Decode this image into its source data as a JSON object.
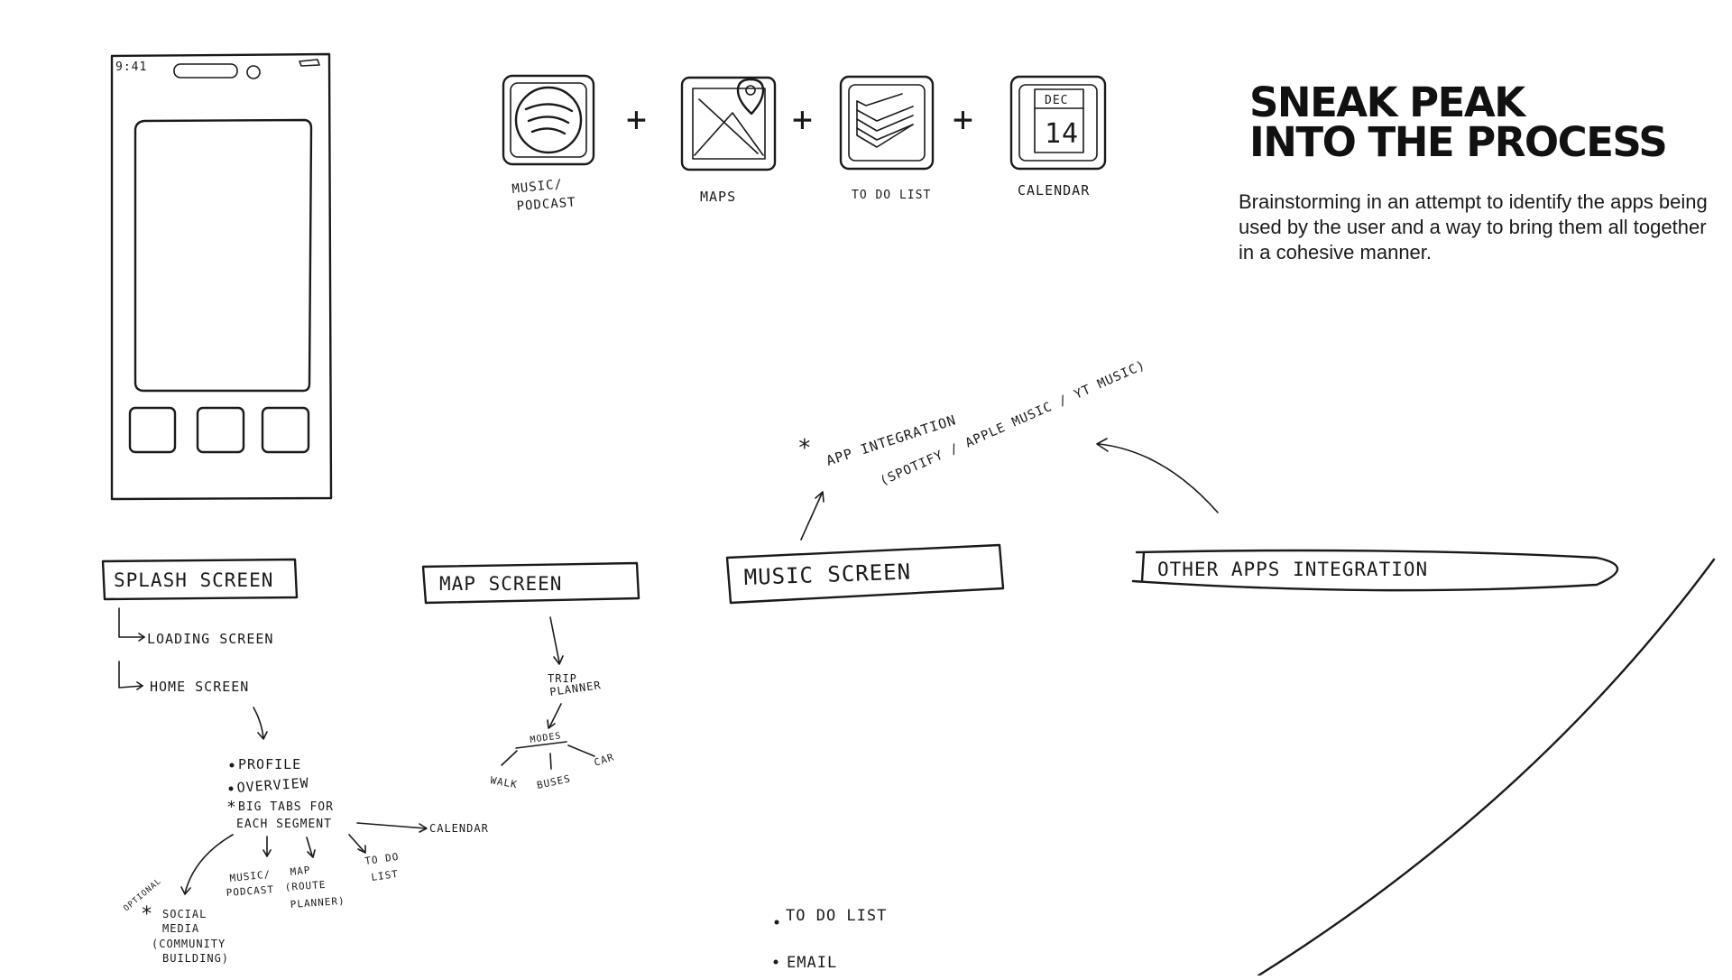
{
  "heading": {
    "line1": "SNEAK PEAK",
    "line2": "INTO THE PROCESS"
  },
  "description": "Brainstorming in an attempt to identify the apps being used by the user and a way to bring them all together in a cohesive manner.",
  "phone": {
    "time": "9:41"
  },
  "app_icons": [
    {
      "icon": "spotify-icon",
      "label_line1": "MUSIC/",
      "label_line2": "PODCAST"
    },
    {
      "icon": "maps-icon",
      "label": "MAPS"
    },
    {
      "icon": "todo-list-icon",
      "label": "TO DO LIST"
    },
    {
      "icon": "calendar-icon",
      "label": "CALENDAR",
      "month": "DEC",
      "day": "14"
    }
  ],
  "plus": "+",
  "boxes": {
    "splash": "SPLASH SCREEN",
    "map": "MAP SCREEN",
    "music": "MUSIC SCREEN",
    "other": "OTHER APPS INTEGRATION"
  },
  "splash_branch": {
    "loading": "LOADING SCREEN",
    "home": "HOME SCREEN",
    "bullets": [
      "PROFILE",
      "OVERVIEW",
      "BIG TABS FOR",
      "EACH SEGMENT"
    ],
    "calendar": "CALENDAR",
    "music_podcast": [
      "MUSIC/",
      "PODCAST"
    ],
    "map_route": [
      "MAP",
      "(ROUTE",
      "PLANNER)"
    ],
    "todo": [
      "TO DO",
      "LIST"
    ],
    "optional": "OPTIONAL",
    "social": [
      "SOCIAL",
      "MEDIA",
      "(COMMUNITY",
      "BUILDING)"
    ]
  },
  "map_branch": {
    "trip": [
      "TRIP",
      "PLANNER"
    ],
    "modes": "MODES",
    "walk": "WALK",
    "buses": "BUSES",
    "car": "CAR"
  },
  "music_branch": {
    "line1": "APP INTEGRATION",
    "line2": "(SPOTIFY / APPLE MUSIC / YT MUSIC)"
  },
  "other_list": [
    "TO DO LIST",
    "EMAIL"
  ]
}
